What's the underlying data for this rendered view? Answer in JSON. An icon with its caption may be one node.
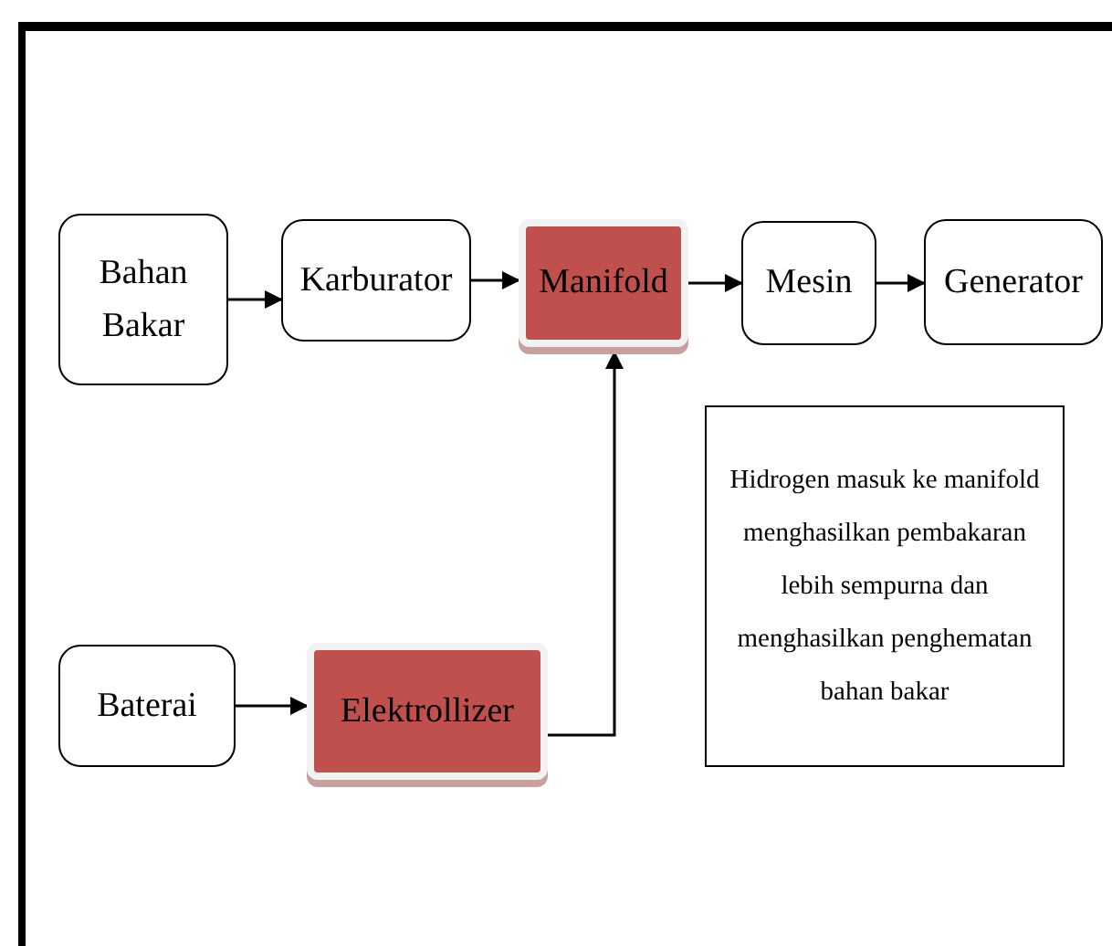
{
  "diagram": {
    "nodes": [
      {
        "text": [
          "Bahan Bakar"
        ]
      },
      {
        "text": [
          "Karburator"
        ]
      },
      {
        "text": [
          "Manifold"
        ]
      },
      {
        "text": [
          "Mesin"
        ]
      },
      {
        "text": [
          "Generator"
        ]
      },
      {
        "text": [
          "Baterai"
        ]
      },
      {
        "text": [
          "Elektrollizer"
        ]
      },
      {
        "text": [
          "Hidrogen masuk ke manifold menghasilkan pembakaran lebih sempurna dan menghasilkan penghematan bahan bakar"
        ]
      }
    ],
    "edges": [
      {
        "from": 0,
        "to": 1,
        "arrow": "to"
      },
      {
        "from": 1,
        "to": 2,
        "arrow": "to"
      },
      {
        "from": 2,
        "to": 3,
        "arrow": "to"
      },
      {
        "from": 3,
        "to": 4,
        "arrow": "to"
      },
      {
        "from": 5,
        "to": 6,
        "arrow": "to"
      },
      {
        "from": 6,
        "to": 2,
        "arrow": "to"
      }
    ]
  }
}
